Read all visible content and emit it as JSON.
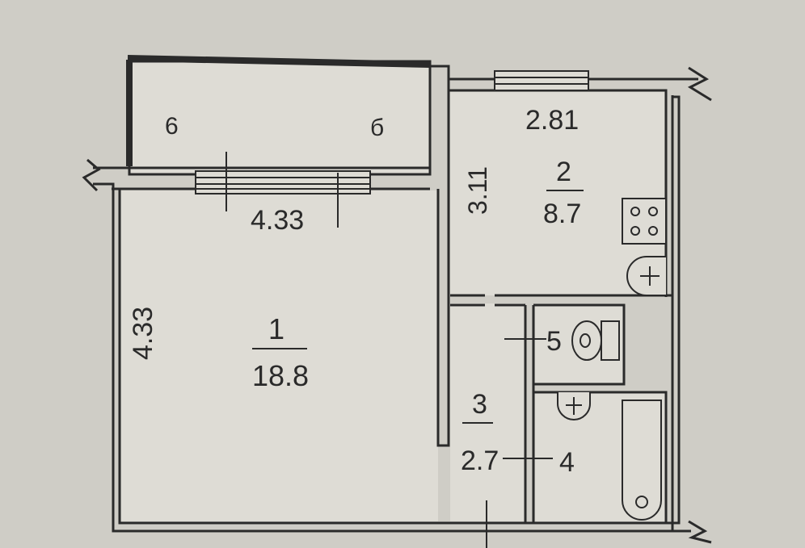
{
  "colors": {
    "background": "#cfcdc6",
    "room_fill": "#dedcd5",
    "ink": "#2a2a2a"
  },
  "rooms": [
    {
      "id": "1",
      "number": "1",
      "area": "18.8"
    },
    {
      "id": "2",
      "number": "2",
      "area": "8.7"
    },
    {
      "id": "3",
      "number": "3",
      "area": "2.7"
    },
    {
      "id": "4",
      "number": "4"
    },
    {
      "id": "5",
      "number": "5"
    },
    {
      "id": "6",
      "number": "6",
      "suffix": "б"
    }
  ],
  "dimensions": {
    "room1_width": "4.33",
    "room1_length": "4.33",
    "kitchen_width": "2.81",
    "kitchen_length": "3.11"
  },
  "fixtures": [
    "stove-icon",
    "kitchen-sink-icon",
    "toilet-icon",
    "bathroom-sink-icon",
    "bathtub-icon"
  ]
}
